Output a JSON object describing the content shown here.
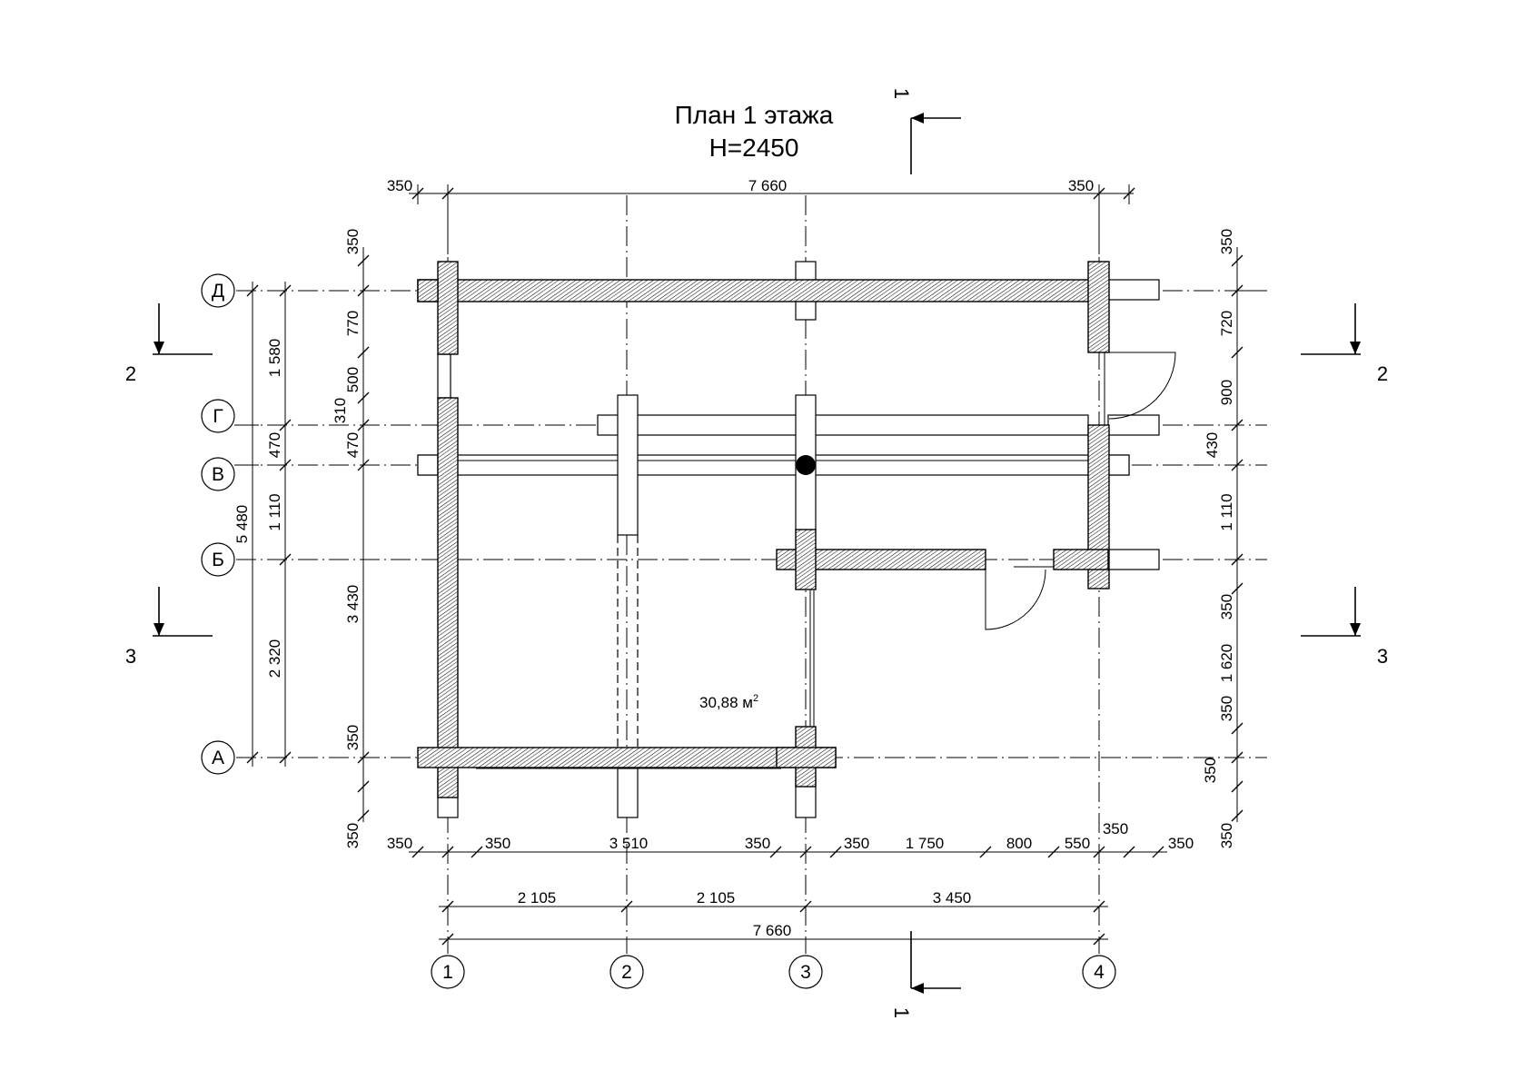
{
  "title": {
    "line1": "План 1 этажа",
    "line2": "H=2450"
  },
  "axes": {
    "vertical": [
      "1",
      "2",
      "3",
      "4"
    ],
    "horizontal": [
      "Д",
      "Г",
      "В",
      "Б",
      "А"
    ]
  },
  "sections": {
    "s1": "1",
    "s2": "2",
    "s3": "3"
  },
  "room_area": {
    "value": "30,88 м",
    "sup": "2"
  },
  "dims": {
    "top": {
      "left": "350",
      "total": "7 660",
      "right": "350"
    },
    "bottom_chain": [
      "350",
      "350",
      "3 510",
      "350",
      "350",
      "1 750",
      "800",
      "550",
      "350",
      "350"
    ],
    "bottom_axes": [
      "2 105",
      "2 105",
      "3 450"
    ],
    "bottom_total": "7 660",
    "left_outer": "5 480",
    "left_mid": [
      "1 580",
      "470",
      "1 110",
      "2 320"
    ],
    "left_inner": [
      "350",
      "770",
      "500",
      "310",
      "470",
      "3 430",
      "350",
      "350"
    ],
    "right": [
      "350",
      "720",
      "900",
      "430",
      "1 110",
      "350",
      "1 620",
      "350",
      "350",
      "350"
    ]
  }
}
